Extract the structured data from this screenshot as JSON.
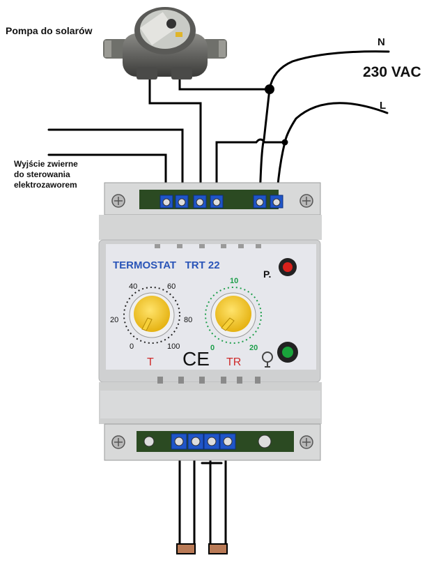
{
  "labels": {
    "pump": "Pompa do solarów",
    "n": "N",
    "l": "L",
    "voltage": "230 VAC",
    "output_line1": "Wyjście zwierne",
    "output_line2": "do sterowania",
    "output_line3": "elektrozaworem"
  },
  "device": {
    "title": "TERMOSTAT   TRT 22",
    "indicator_p": "P.",
    "knob_t_label": "T",
    "knob_tr_label": "TR",
    "ce_mark": "CE",
    "knob_t_scale": [
      "0",
      "20",
      "40",
      "60",
      "80",
      "100"
    ],
    "knob_tr_scale": [
      "0",
      "10",
      "20"
    ]
  },
  "colors": {
    "wire": "#000000",
    "housing": "#d9d9d9",
    "panel": "#e6e7ec",
    "terminal_blue": "#1f55c9",
    "title_blue": "#2a55b8",
    "knob_yellow": "#f2c62a",
    "led_red": "#d8211b",
    "led_green": "#19a43b",
    "scale_green": "#1d9e4a",
    "t_red": "#cf2a2a",
    "probe_tip": "#b97a56"
  },
  "icons": [
    "pump-icon",
    "led-indicator-icon",
    "ce-mark-icon",
    "bulb-icon",
    "screw-icon",
    "temperature-probe-icon"
  ]
}
